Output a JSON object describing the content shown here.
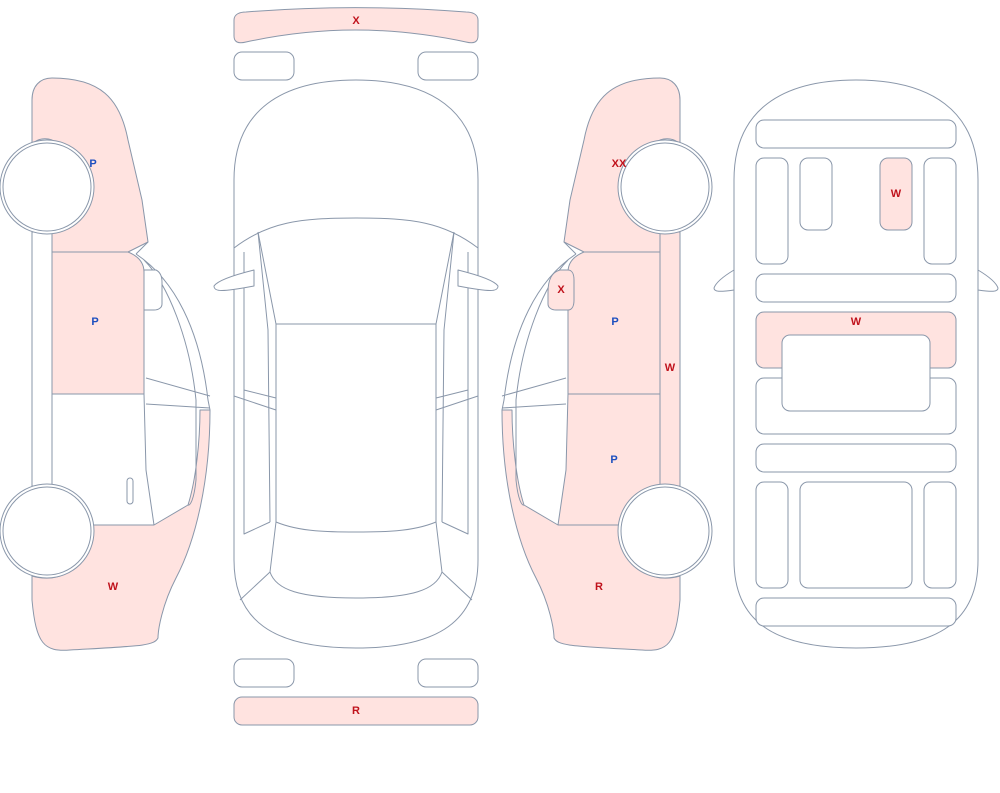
{
  "colors": {
    "damaged_fill": "#ffe3e0",
    "outline": "#8a97aa",
    "code_red": "#c0121c",
    "code_blue": "#1d4fbf"
  },
  "codes": {
    "front_bumper": "X",
    "rear_bumper": "R",
    "left_front_fender": "P",
    "left_front_door": "P",
    "left_rear_quarter": "W",
    "right_front_fender": "XX",
    "right_mirror": "X",
    "right_front_door": "P",
    "right_rear_door": "P",
    "right_rocker": "W",
    "right_rear_quarter": "R",
    "interior_seat": "W",
    "interior_console": "W"
  }
}
